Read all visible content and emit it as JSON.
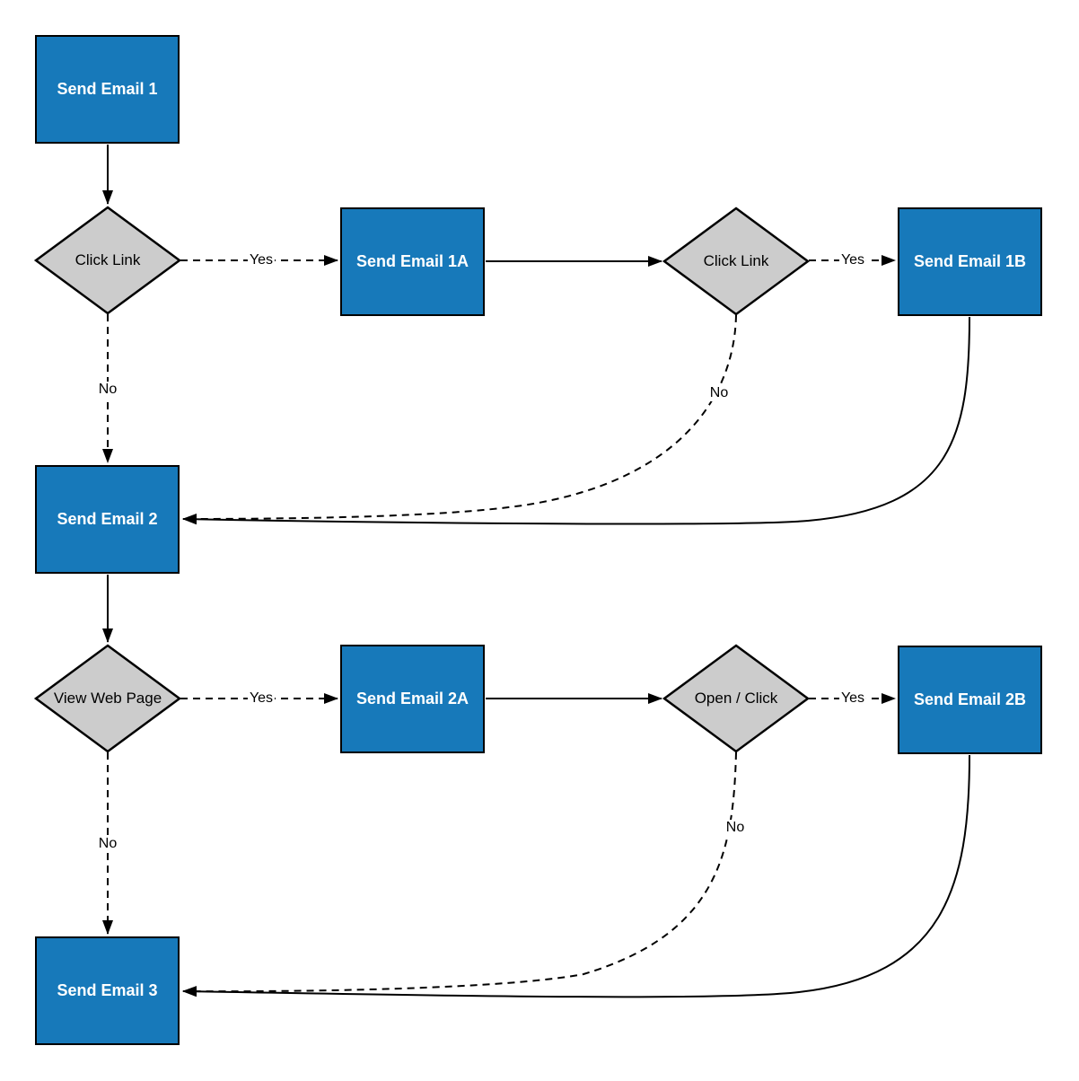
{
  "diagram": {
    "type": "flowchart",
    "colors": {
      "process_fill": "#1779ba",
      "process_text": "#ffffff",
      "decision_fill": "#cccccc",
      "stroke": "#000000",
      "background": "#ffffff"
    },
    "nodes": [
      {
        "id": "send-email-1",
        "type": "process",
        "label": "Send Email 1"
      },
      {
        "id": "click-link-1",
        "type": "decision",
        "label": "Click Link"
      },
      {
        "id": "send-email-1a",
        "type": "process",
        "label": "Send Email 1A"
      },
      {
        "id": "click-link-2",
        "type": "decision",
        "label": "Click Link"
      },
      {
        "id": "send-email-1b",
        "type": "process",
        "label": "Send Email 1B"
      },
      {
        "id": "send-email-2",
        "type": "process",
        "label": "Send Email 2"
      },
      {
        "id": "view-web-page",
        "type": "decision",
        "label": "View Web Page"
      },
      {
        "id": "send-email-2a",
        "type": "process",
        "label": "Send Email 2A"
      },
      {
        "id": "open-click",
        "type": "decision",
        "label": "Open / Click"
      },
      {
        "id": "send-email-2b",
        "type": "process",
        "label": "Send Email 2B"
      },
      {
        "id": "send-email-3",
        "type": "process",
        "label": "Send Email 3"
      }
    ],
    "edges": [
      {
        "from": "send-email-1",
        "to": "click-link-1",
        "style": "solid",
        "label": ""
      },
      {
        "from": "click-link-1",
        "to": "send-email-1a",
        "style": "dashed",
        "label": "Yes"
      },
      {
        "from": "send-email-1a",
        "to": "click-link-2",
        "style": "solid",
        "label": ""
      },
      {
        "from": "click-link-2",
        "to": "send-email-1b",
        "style": "dashed",
        "label": "Yes"
      },
      {
        "from": "click-link-1",
        "to": "send-email-2",
        "style": "dashed",
        "label": "No"
      },
      {
        "from": "click-link-2",
        "to": "send-email-2",
        "style": "dashed",
        "label": "No"
      },
      {
        "from": "send-email-1b",
        "to": "send-email-2",
        "style": "solid",
        "label": ""
      },
      {
        "from": "send-email-2",
        "to": "view-web-page",
        "style": "solid",
        "label": ""
      },
      {
        "from": "view-web-page",
        "to": "send-email-2a",
        "style": "dashed",
        "label": "Yes"
      },
      {
        "from": "send-email-2a",
        "to": "open-click",
        "style": "solid",
        "label": ""
      },
      {
        "from": "open-click",
        "to": "send-email-2b",
        "style": "dashed",
        "label": "Yes"
      },
      {
        "from": "view-web-page",
        "to": "send-email-3",
        "style": "dashed",
        "label": "No"
      },
      {
        "from": "open-click",
        "to": "send-email-3",
        "style": "dashed",
        "label": "No"
      },
      {
        "from": "send-email-2b",
        "to": "send-email-3",
        "style": "solid",
        "label": ""
      }
    ]
  }
}
